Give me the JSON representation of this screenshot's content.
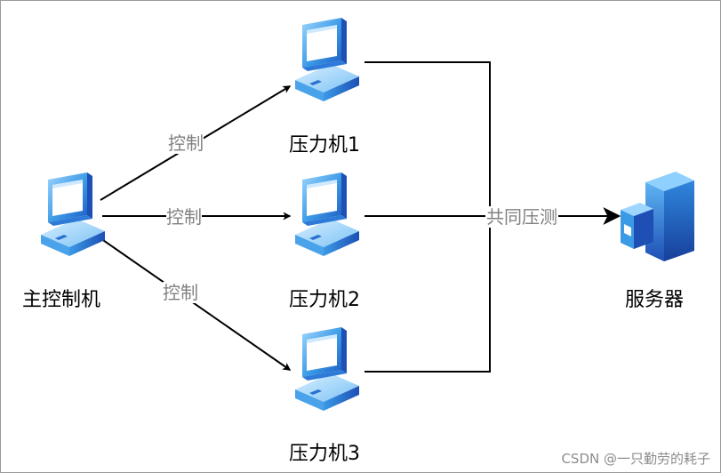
{
  "nodes": {
    "master": {
      "label": "主控制机",
      "icon": "desktop-computer-icon"
    },
    "pressure1": {
      "label": "压力机1",
      "icon": "desktop-computer-icon"
    },
    "pressure2": {
      "label": "压力机2",
      "icon": "desktop-computer-icon"
    },
    "pressure3": {
      "label": "压力机3",
      "icon": "desktop-computer-icon"
    },
    "server": {
      "label": "服务器",
      "icon": "server-tower-icon"
    }
  },
  "edges": {
    "control_1": "控制",
    "control_2": "控制",
    "control_3": "控制",
    "joint_test": "共同压测"
  },
  "watermark": "CSDN @一只勤劳的耗子",
  "colors": {
    "icon_light": "#a9dcff",
    "icon_mid": "#3b9ae6",
    "icon_dark": "#1d5bc4",
    "edge_line": "#000000",
    "edge_label": "#808080"
  }
}
